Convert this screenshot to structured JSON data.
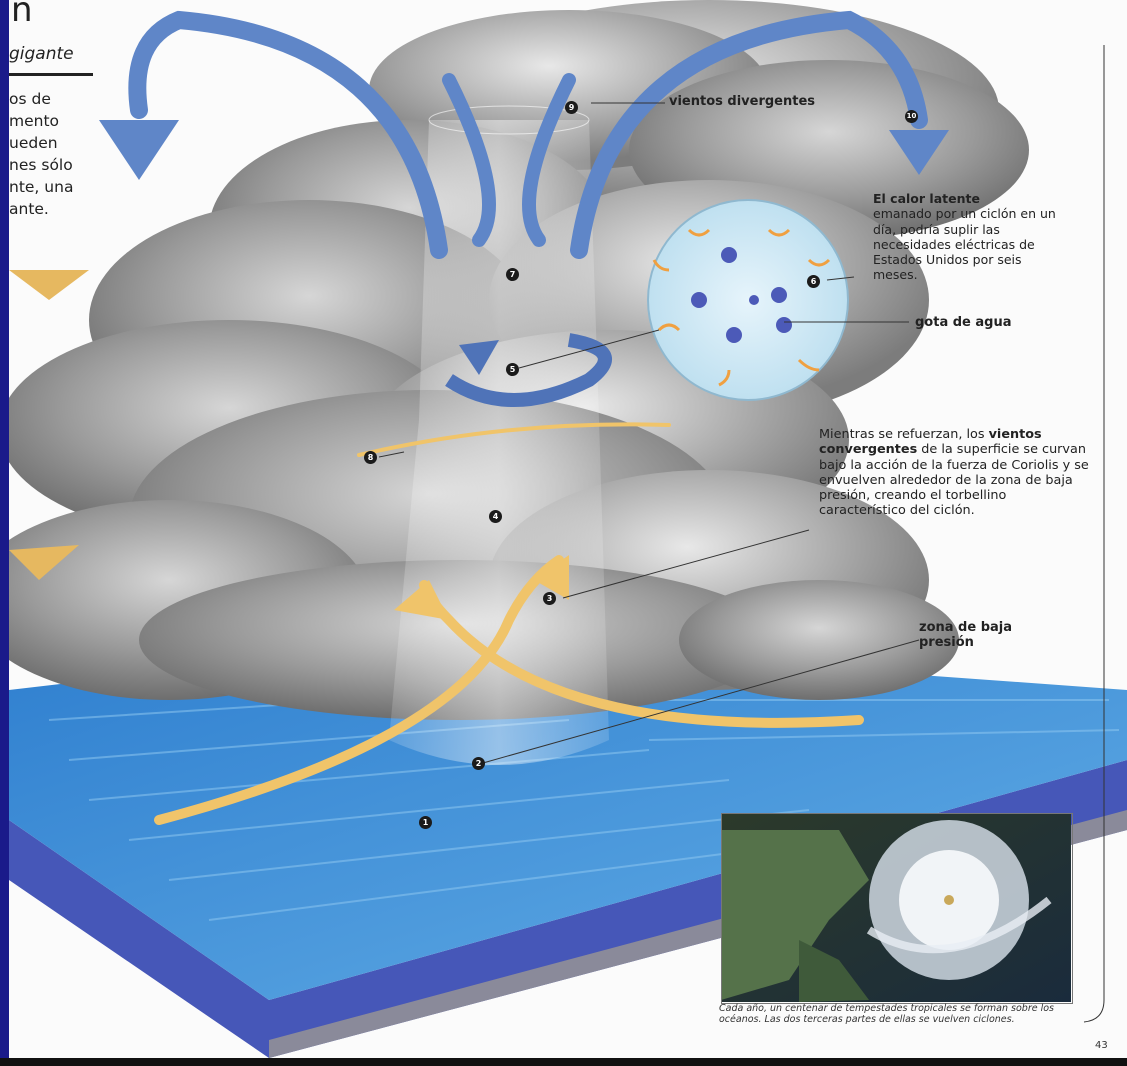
{
  "left_page": {
    "heading_fragment": "n",
    "subheading_fragment": "gigante",
    "body_lines": [
      "os de",
      "mento",
      "ueden",
      "nes sólo",
      "nte, una",
      "ante."
    ]
  },
  "callouts": {
    "divergent_winds": "vientos divergentes",
    "latent_heat_bold": "El calor latente",
    "latent_heat_text": "emanado por un ciclón en un día, podría suplir las necesidades eléctricas de Estados Unidos por seis meses.",
    "water_drop": "gota de agua",
    "convergent_winds_prefix": "Mientras se refuerzan, los",
    "convergent_winds_bold": "vientos convergentes",
    "convergent_winds_suffix": "de la superficie se curvan bajo la acción de la fuerza de Coriolis y se envuelven alrededor de la zona de baja presión, creando el torbellino característico del ciclón.",
    "low_pressure_zone": "zona de baja presión"
  },
  "markers": [
    "1",
    "2",
    "3",
    "4",
    "5",
    "6",
    "7",
    "8",
    "9",
    "10"
  ],
  "photo_caption": "Cada año, un centenar de tempestades tropicales se forman sobre los océanos. Las dos terceras partes de ellas se vuelven ciclones.",
  "page_number": "43",
  "colors": {
    "slide_background": "#1a1a8a",
    "ocean_top": "#3f8fd6",
    "ocean_side": "#4a5fc0",
    "cloud_gray": "#8e8e8e",
    "blue_arrow": "#5f86c8",
    "yellow_arrow": "#f0c46a"
  }
}
